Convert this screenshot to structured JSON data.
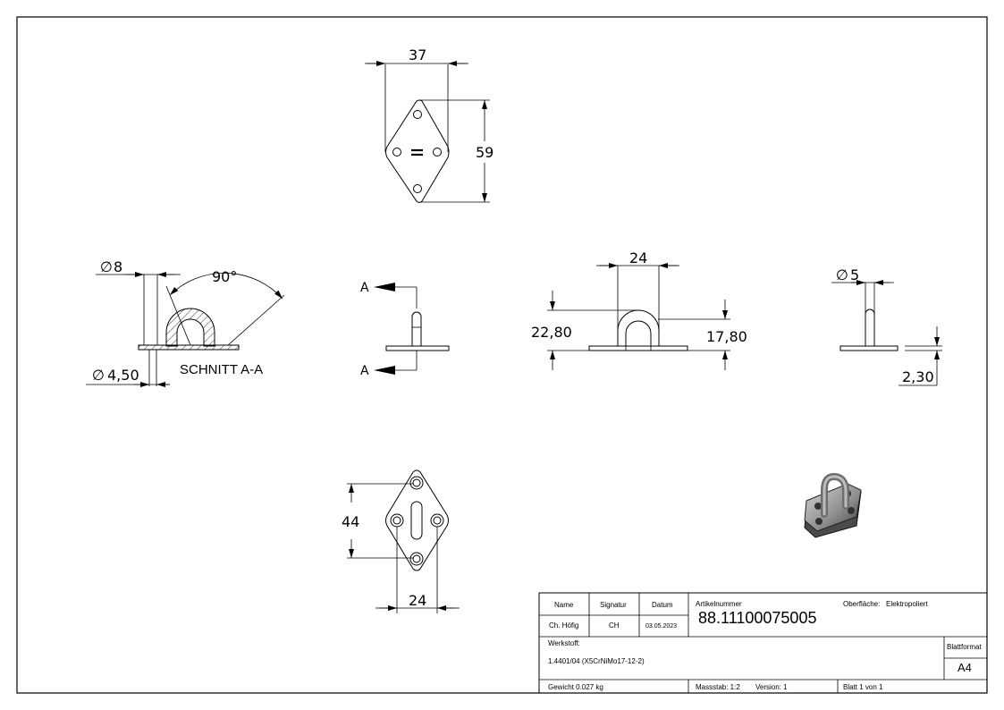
{
  "drawing": {
    "top_view": {
      "width_dim": "37",
      "height_dim": "59"
    },
    "section_view": {
      "diameter_dim": "8",
      "hole_dim": "4,50",
      "angle_dim": "90°",
      "label": "SCHNITT A-A"
    },
    "front_view": {
      "section_marker_top": "A",
      "section_marker_bottom": "A"
    },
    "side_view": {
      "width_dim": "24",
      "height_outer": "22,80",
      "height_inner": "17,80"
    },
    "right_view": {
      "diameter_dim": "5",
      "thickness_dim": "2,30"
    },
    "bottom_view": {
      "height_dim": "44",
      "width_dim": "24"
    },
    "diameter_symbol": "∅"
  },
  "title_block": {
    "name_label": "Name",
    "signature_label": "Signatur",
    "date_label": "Datum",
    "name_value": "Ch. Höfig",
    "signature_value": "CH",
    "date_value": "03.05.2023",
    "article_label": "Artikelnummer",
    "article_number": "88.11100075005",
    "surface_label": "Oberfläche:",
    "surface_value": "Elektropoliert",
    "material_label": "Werkstoff:",
    "material_value": "1.4401/04 (X5CrNiMo17-12-2)",
    "sheet_format_label": "Blattformat",
    "sheet_format_value": "A4",
    "weight": "Gewicht 0.027 kg",
    "scale": "Massstab: 1:2",
    "version": "Version: 1",
    "sheet_count": "Blatt 1 von 1"
  }
}
